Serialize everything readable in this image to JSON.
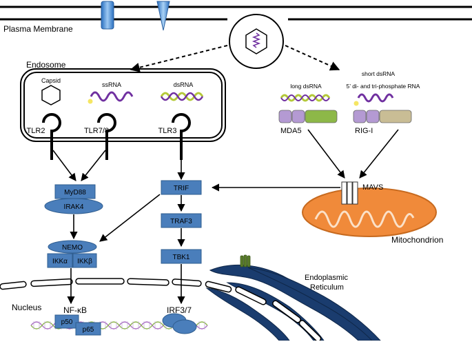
{
  "labels": {
    "plasma_membrane": "Plasma Membrane",
    "endosome": "Endosome",
    "capsid": "Capsid",
    "ssrna": "ssRNA",
    "dsrna": "dsRNA",
    "long_dsrna": "long dsRNA",
    "short_dsrna": "short dsRNA",
    "phosphate_rna": "5’ di- and tri-phosphate RNA",
    "tlr2": "TLR2",
    "tlr78": "TLR7/8",
    "tlr3": "TLR3",
    "mda5": "MDA5",
    "rigi": "RIG-I",
    "myd88": "MyD88",
    "irak4": "IRAK4",
    "trif": "TRIF",
    "traf3": "TRAF3",
    "tbk1": "TBK1",
    "nemo": "NEMO",
    "ikka": "IKKα",
    "ikkb": "IKKβ",
    "mavs": "MAVS",
    "mitochondrion": "Mitochondrion",
    "er_line1": "Endoplasmic",
    "er_line2": "Reticulum",
    "nucleus": "Nucleus",
    "nfkb": "NF-κB",
    "p50": "p50",
    "p65": "p65",
    "irf37": "IRF3/7"
  },
  "colors": {
    "protein_blue": "#4a7ebb",
    "protein_stroke": "#2f5d8f",
    "er_navy": "#1a3c6e",
    "mito_orange": "#f08a3a",
    "rna_purple": "#7030a0",
    "rna_green": "#b5c93a",
    "cap_yellow": "#f5e663",
    "domain_lilac": "#b49ad3",
    "domain_green": "#8db848",
    "domain_tan": "#c9bd95"
  }
}
